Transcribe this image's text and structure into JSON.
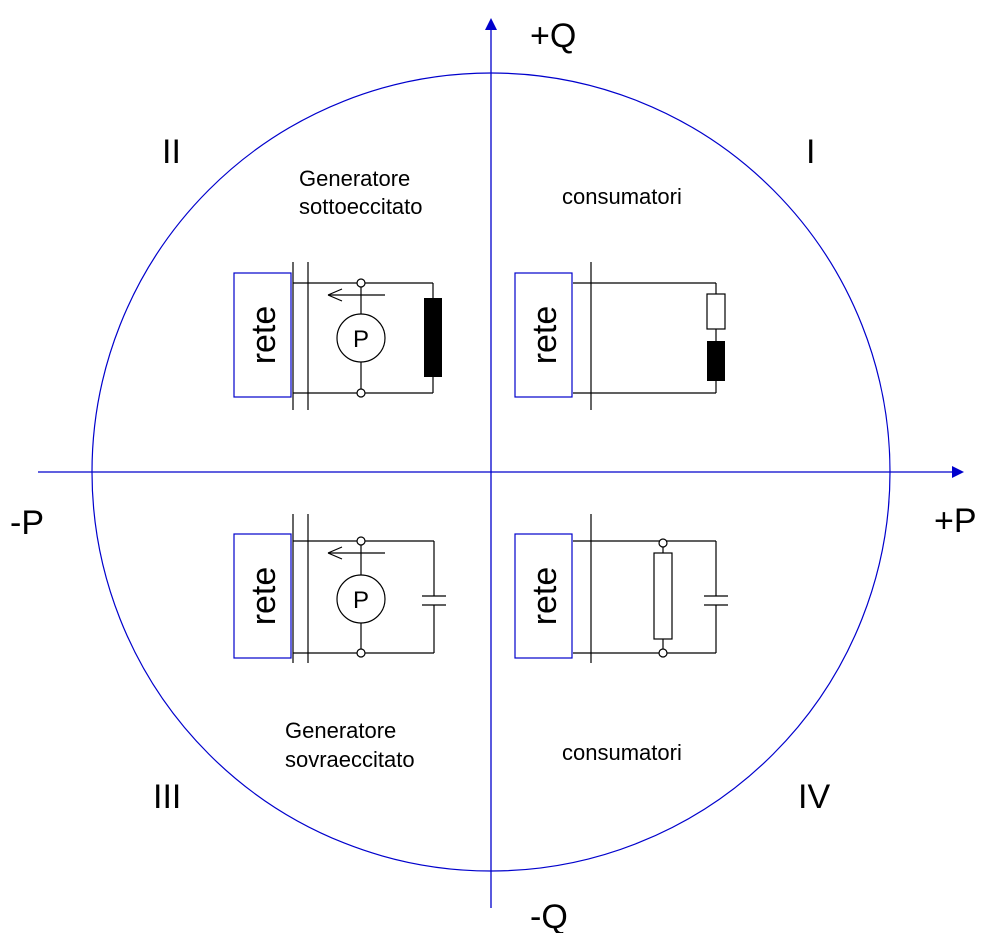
{
  "colors": {
    "axis": "#0000cc",
    "circle": "#0000cc",
    "rete_box": "#0000cc",
    "wire": "#000000",
    "inductor_fill": "#000000",
    "background": "#ffffff"
  },
  "axes": {
    "q_pos": "+Q",
    "q_neg": "-Q",
    "p_pos": "+P",
    "p_neg": "-P"
  },
  "quadrants": [
    {
      "numeral": "I",
      "caption_lines": [
        "consumatori"
      ],
      "box_label": "rete",
      "load": "resistor-inductor-series"
    },
    {
      "numeral": "II",
      "caption_lines": [
        "Generatore",
        "sottoeccitato"
      ],
      "box_label": "rete",
      "generator_symbol": "P",
      "load": "inductor"
    },
    {
      "numeral": "III",
      "caption_lines": [
        "Generatore",
        "sovraeccitato"
      ],
      "box_label": "rete",
      "generator_symbol": "P",
      "load": "capacitor"
    },
    {
      "numeral": "IV",
      "caption_lines": [
        "consumatori"
      ],
      "box_label": "rete",
      "load": "resistor-capacitor-parallel"
    }
  ],
  "icons": {
    "generator": "circle-p-icon",
    "power_flow_arrow": "left-arrow-icon",
    "inductor": "inductor-icon",
    "resistor": "resistor-icon",
    "capacitor": "capacitor-icon"
  }
}
